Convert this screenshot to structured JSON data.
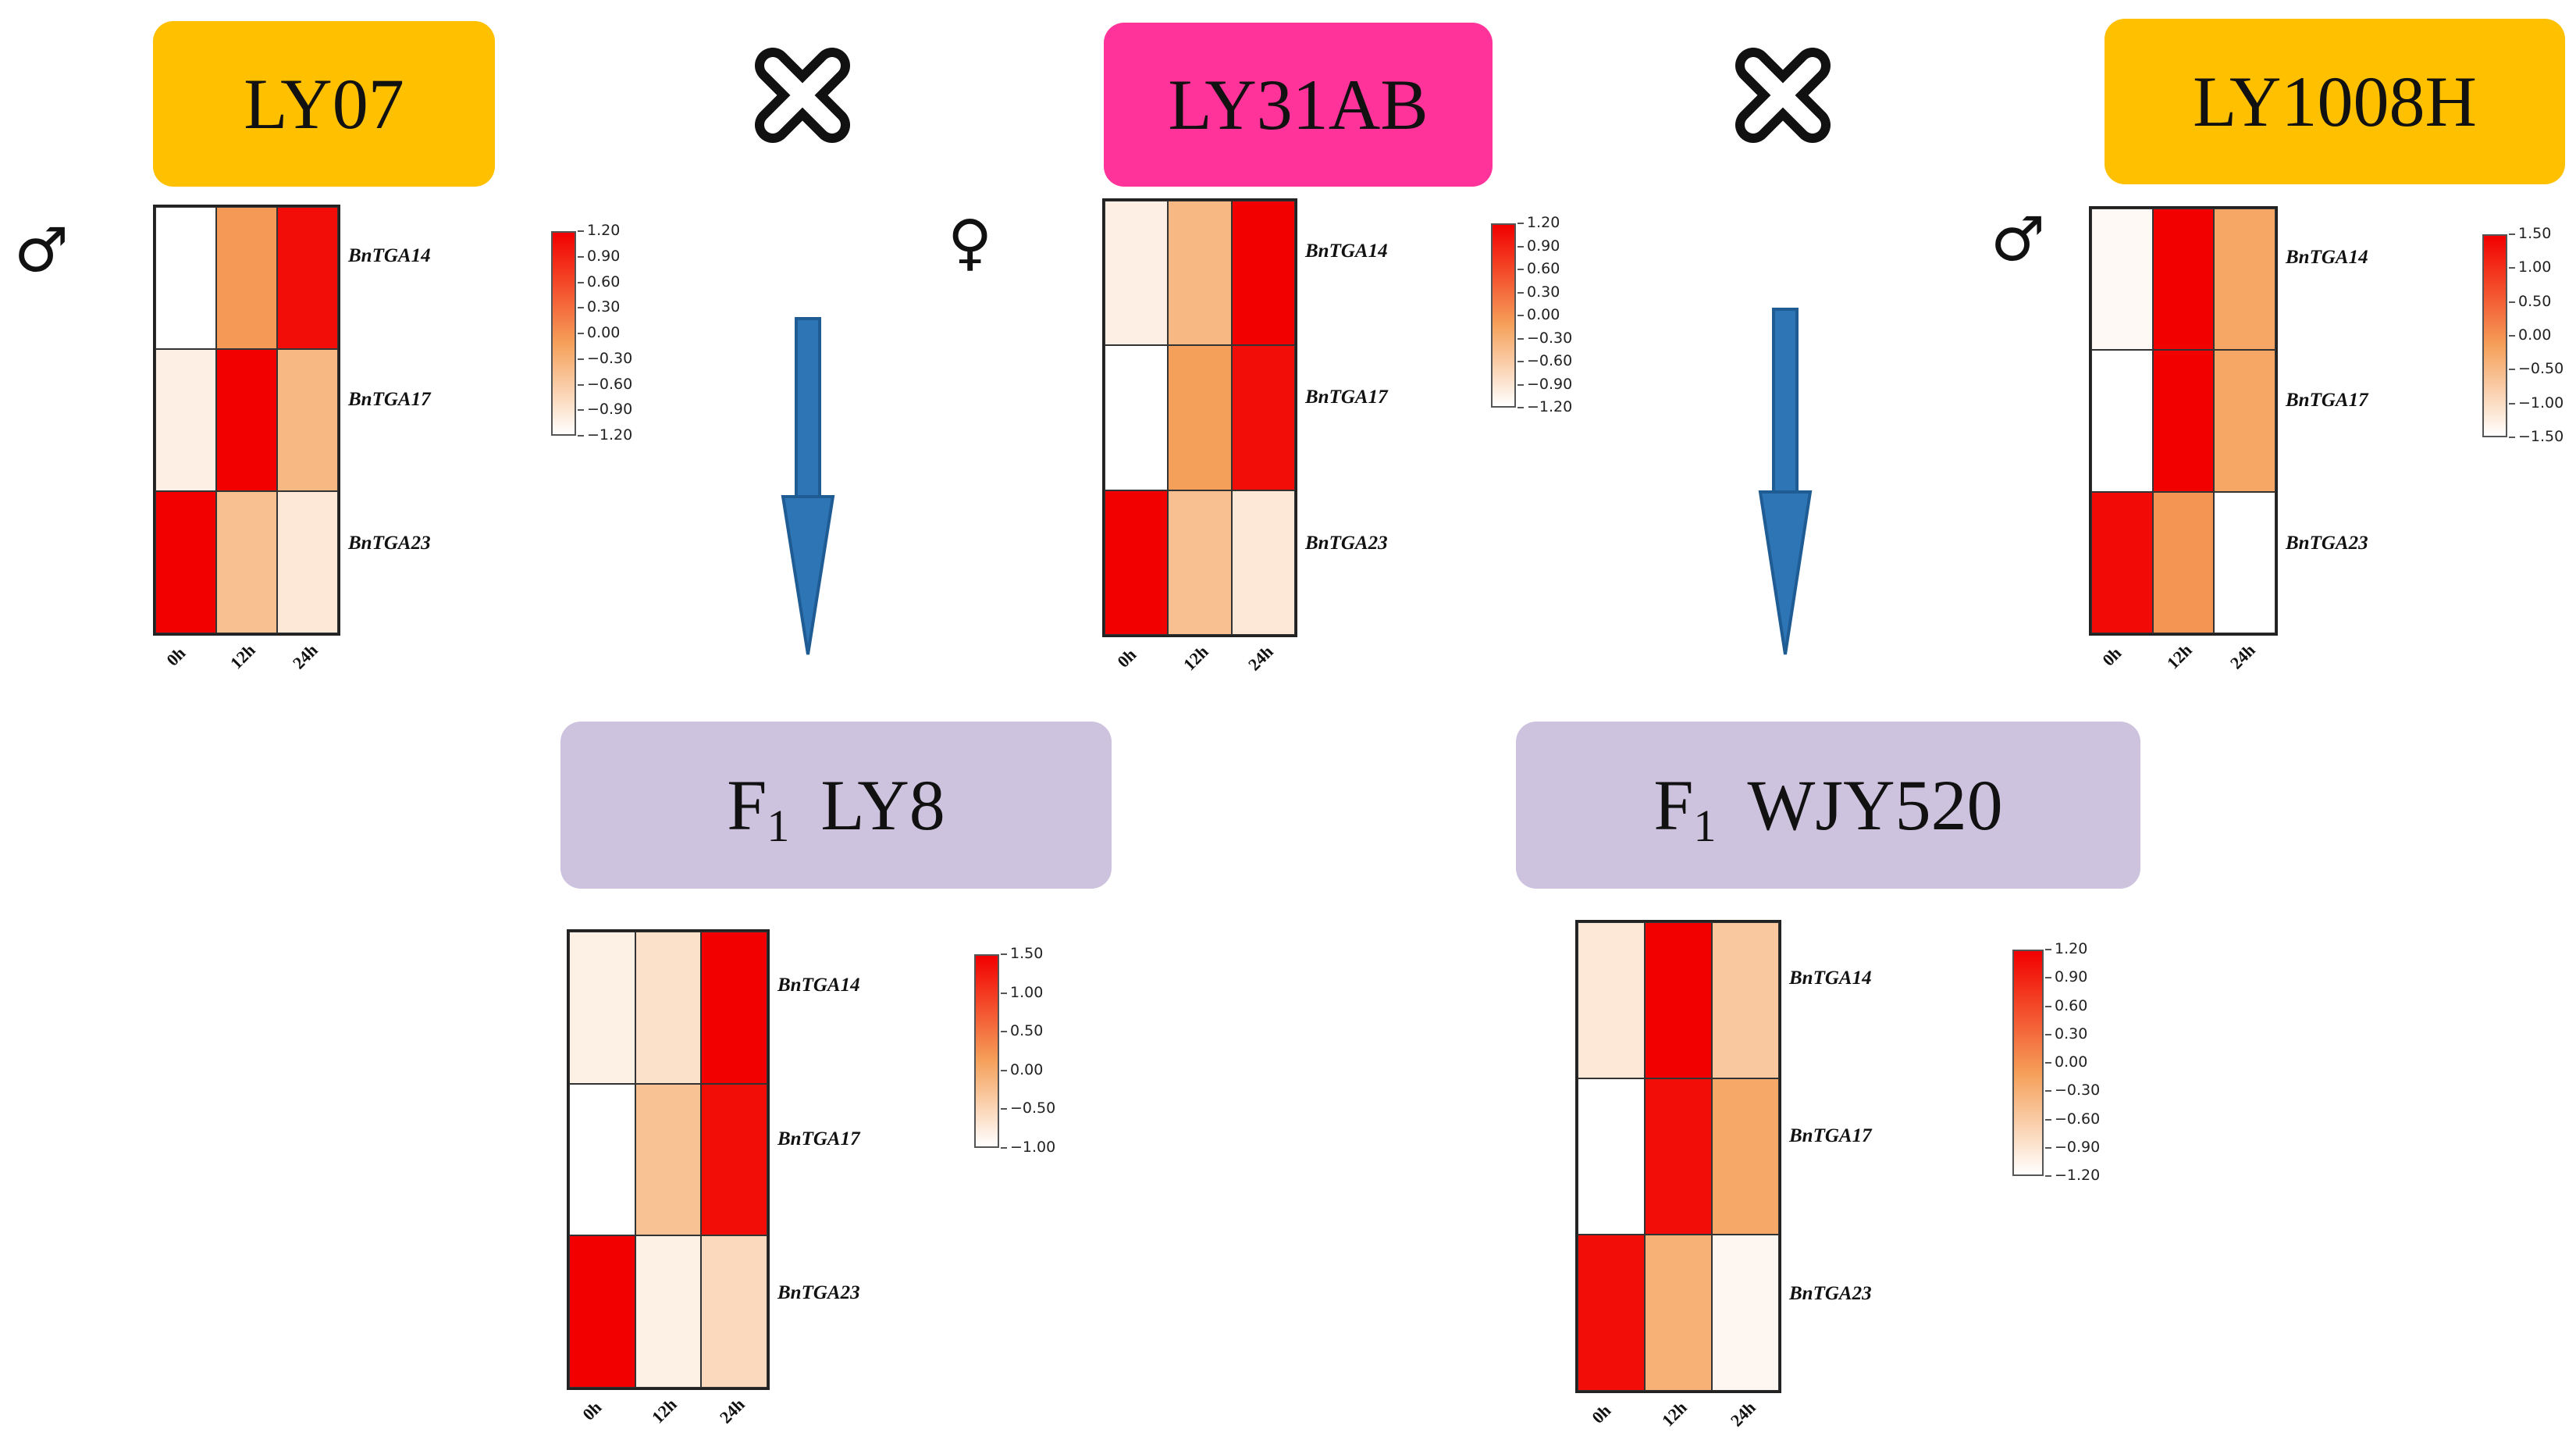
{
  "colors": {
    "parent_box": "#FFC000",
    "female_box": "#FF3399",
    "f1_box": "#CEC3DE",
    "arrow": "#2E75B6",
    "heat_max": "#F20000",
    "heat_mid": "#F5A05A",
    "heat_min": "#FFFFFF"
  },
  "icons": {
    "cross": "cross-icon",
    "male": "male-symbol-icon",
    "female": "female-symbol-icon",
    "arrow": "down-arrow-icon"
  },
  "symbols": {
    "male": "♂",
    "female": "♀"
  },
  "cultivars": {
    "ly07": "LY07",
    "ly31ab": "LY31AB",
    "ly1008h": "LY1008H",
    "f1_prefix": "F",
    "f1_subscript": "1",
    "ly8": "LY8",
    "wjy520": "WJY520"
  },
  "heatmap_axis": {
    "genes": [
      "BnTGA14",
      "BnTGA17",
      "BnTGA23"
    ],
    "times": [
      "0h",
      "12h",
      "24h"
    ]
  },
  "chart_data": [
    {
      "type": "heatmap",
      "panel": "LY07",
      "rows": [
        "BnTGA14",
        "BnTGA17",
        "BnTGA23"
      ],
      "columns": [
        "0h",
        "12h",
        "24h"
      ],
      "values": [
        [
          -1.2,
          0.05,
          1.1
        ],
        [
          -1.0,
          1.2,
          -0.3
        ],
        [
          1.2,
          -0.4,
          -0.9
        ]
      ],
      "colorbar_ticks": [
        "1.20",
        "0.90",
        "0.60",
        "0.30",
        "0.00",
        "−0.30",
        "−0.60",
        "−0.90",
        "−1.20"
      ],
      "vmin": -1.2,
      "vmax": 1.2
    },
    {
      "type": "heatmap",
      "panel": "LY31AB",
      "rows": [
        "BnTGA14",
        "BnTGA17",
        "BnTGA23"
      ],
      "columns": [
        "0h",
        "12h",
        "24h"
      ],
      "values": [
        [
          -1.0,
          -0.3,
          1.2
        ],
        [
          -1.2,
          0.0,
          1.1
        ],
        [
          1.2,
          -0.4,
          -0.9
        ]
      ],
      "colorbar_ticks": [
        "1.20",
        "0.90",
        "0.60",
        "0.30",
        "0.00",
        "−0.30",
        "−0.60",
        "−0.90",
        "−1.20"
      ],
      "vmin": -1.2,
      "vmax": 1.2
    },
    {
      "type": "heatmap",
      "panel": "LY1008H",
      "rows": [
        "BnTGA14",
        "BnTGA17",
        "BnTGA23"
      ],
      "columns": [
        "0h",
        "12h",
        "24h"
      ],
      "values": [
        [
          -1.4,
          1.5,
          -0.1
        ],
        [
          -1.5,
          1.5,
          -0.1
        ],
        [
          1.4,
          0.1,
          -1.5
        ]
      ],
      "colorbar_ticks": [
        "1.50",
        "1.00",
        "0.50",
        "0.00",
        "−0.50",
        "−1.00",
        "−1.50"
      ],
      "vmin": -1.5,
      "vmax": 1.5
    },
    {
      "type": "heatmap",
      "panel": "LY8",
      "rows": [
        "BnTGA14",
        "BnTGA17",
        "BnTGA23"
      ],
      "columns": [
        "0h",
        "12h",
        "24h"
      ],
      "values": [
        [
          -0.8,
          -0.6,
          1.5
        ],
        [
          -1.0,
          -0.2,
          1.4
        ],
        [
          1.5,
          -0.8,
          -0.5
        ]
      ],
      "colorbar_ticks": [
        "1.50",
        "1.00",
        "0.50",
        "0.00",
        "−0.50",
        "−1.00"
      ],
      "vmin": -1.0,
      "vmax": 1.5
    },
    {
      "type": "heatmap",
      "panel": "WJY520",
      "rows": [
        "BnTGA14",
        "BnTGA17",
        "BnTGA23"
      ],
      "columns": [
        "0h",
        "12h",
        "24h"
      ],
      "values": [
        [
          -0.9,
          1.2,
          -0.5
        ],
        [
          -1.2,
          1.1,
          -0.1
        ],
        [
          1.1,
          -0.2,
          -1.1
        ]
      ],
      "colorbar_ticks": [
        "1.20",
        "0.90",
        "0.60",
        "0.30",
        "0.00",
        "−0.30",
        "−0.60",
        "−0.90",
        "−1.20"
      ],
      "vmin": -1.2,
      "vmax": 1.2
    }
  ]
}
